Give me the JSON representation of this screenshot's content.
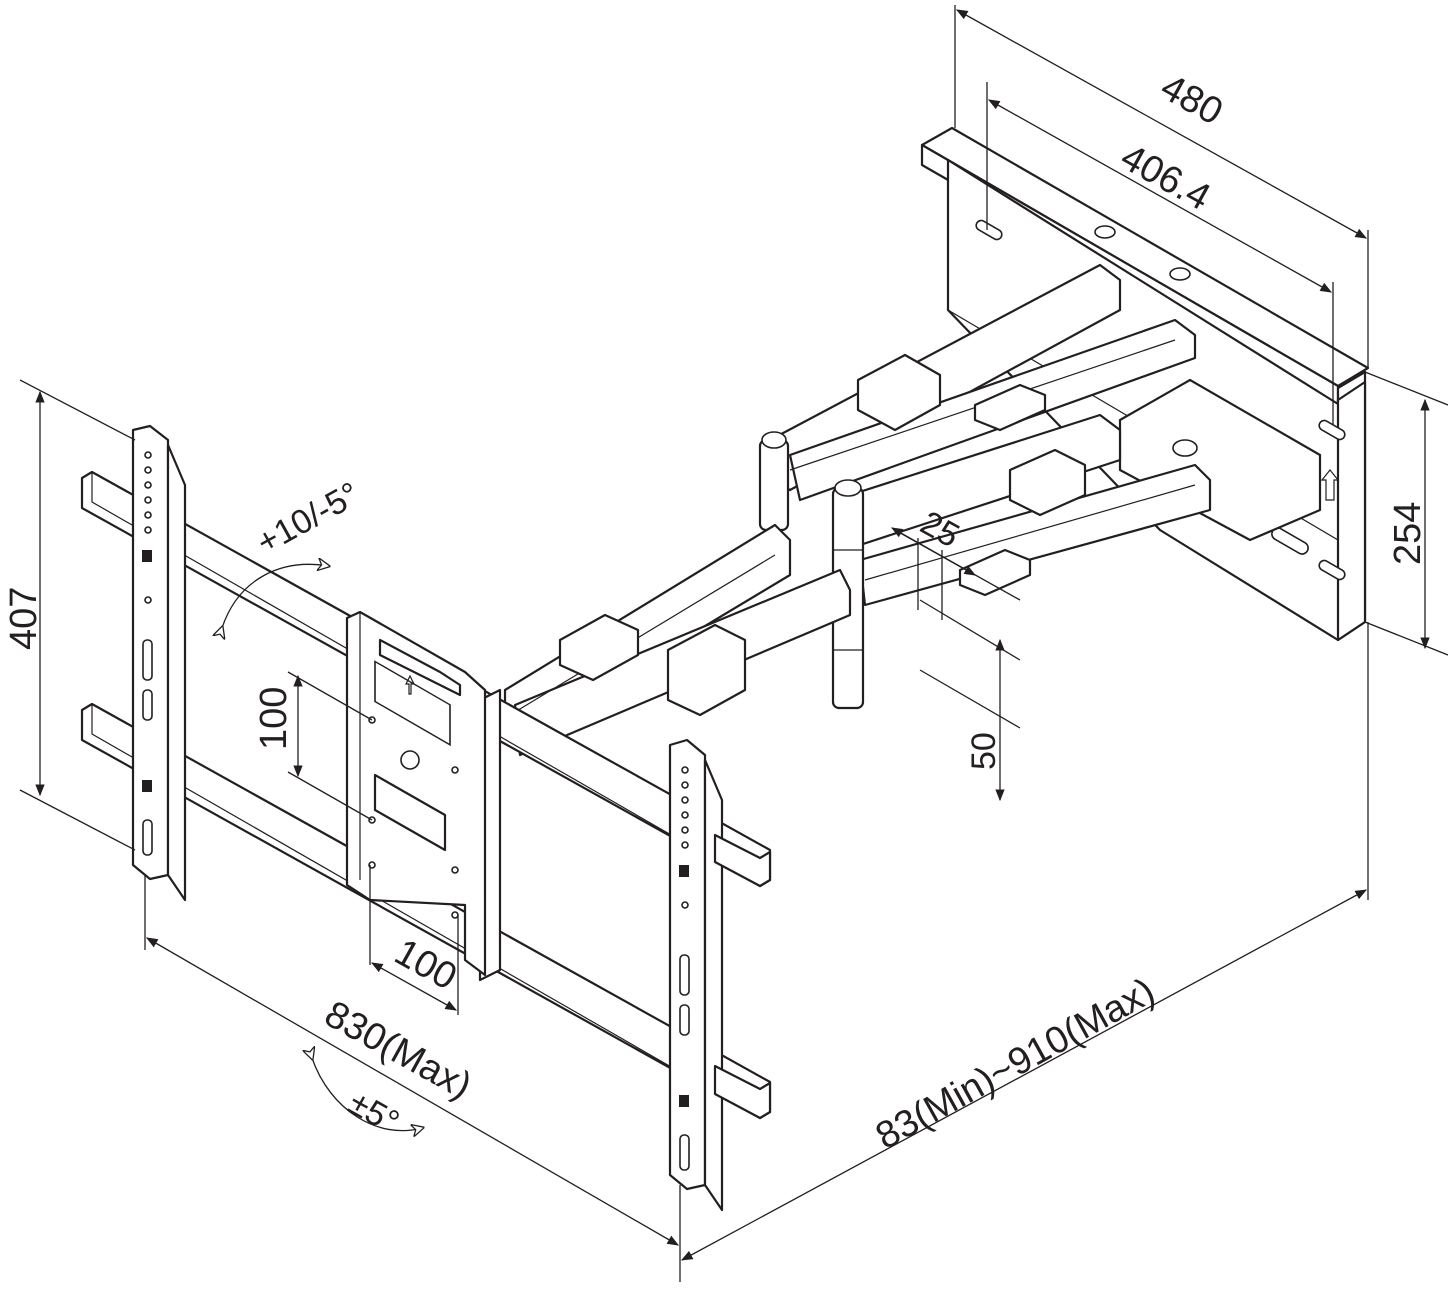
{
  "dimensions": {
    "wall_plate_outer_width": "480",
    "wall_plate_hole_spacing": "406.4",
    "wall_plate_height": "254",
    "tv_bracket_height": "407",
    "tv_bracket_width": "830(Max)",
    "vesa_vertical": "100",
    "vesa_horizontal": "100",
    "arm_offset": "25",
    "arm_spacing": "50",
    "extension_range": "83(Min)~910(Max)"
  },
  "angles": {
    "tilt": "+10/-5°",
    "swivel": "±5°"
  },
  "colors": {
    "line": "#231f20",
    "background": "#ffffff"
  }
}
